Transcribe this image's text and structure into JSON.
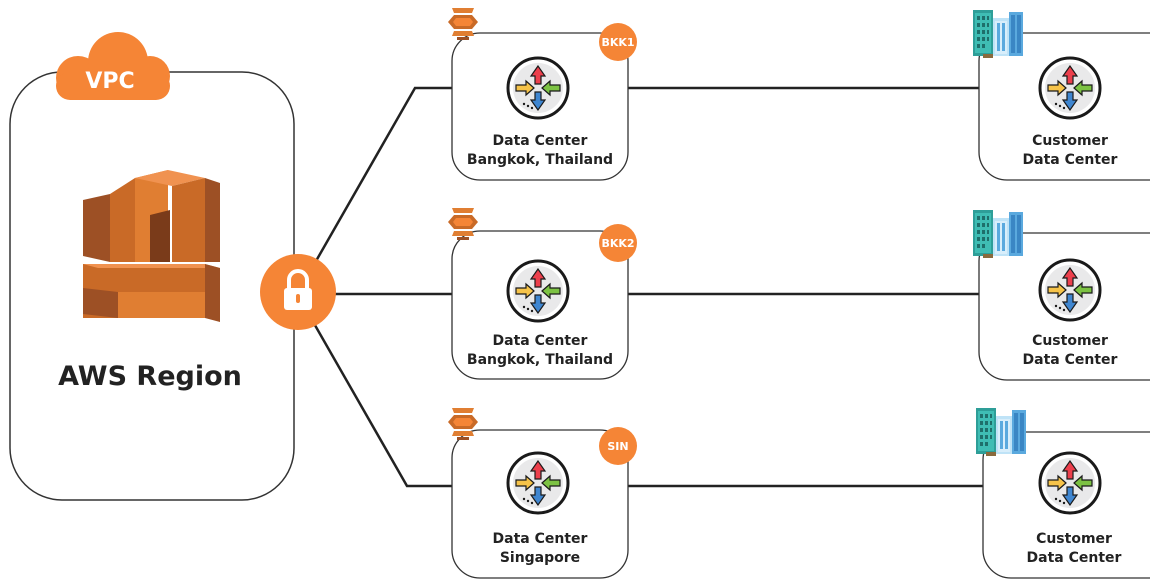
{
  "colors": {
    "accent": "#F58536",
    "aws_dark": "#9D5025",
    "aws_mid": "#C96A27",
    "aws_light": "#E07E32",
    "line": "#222222",
    "box_border": "#333333"
  },
  "vpc": {
    "cloud_label": "VPC",
    "region_label": "AWS Region",
    "icon": "aws-region-icon"
  },
  "gateway": {
    "icon": "lock-icon"
  },
  "connections": [
    {
      "badge": "BKK1",
      "dc_line1": "Data Center",
      "dc_line2": "Bangkok, Thailand",
      "customer_line1": "Customer",
      "customer_line2": "Data Center"
    },
    {
      "badge": "BKK2",
      "dc_line1": "Data Center",
      "dc_line2": "Bangkok, Thailand",
      "customer_line1": "Customer",
      "customer_line2": "Data Center"
    },
    {
      "badge": "SIN",
      "dc_line1": "Data Center",
      "dc_line2": "Singapore",
      "customer_line1": "Customer",
      "customer_line2": "Data Center"
    }
  ],
  "icons": {
    "router": "router-icon",
    "direct_connect": "direct-connect-icon",
    "building": "office-building-icon"
  }
}
